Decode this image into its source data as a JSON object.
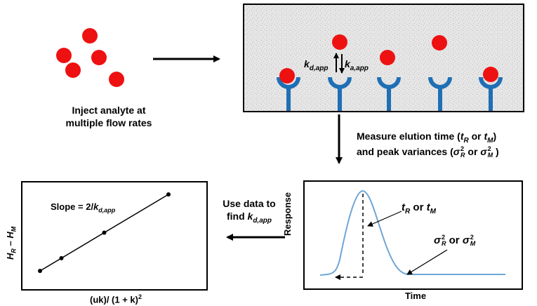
{
  "step_inject": {
    "line1": "Inject analyte at",
    "line2": "multiple flow rates"
  },
  "column_panel": {
    "rate_label_dissociation": "k",
    "rate_label_dissociation_sub": "d,app",
    "rate_label_association": "k",
    "rate_label_association_sub": "a,app"
  },
  "step_measure": {
    "line1_prefix": "Measure elution time (",
    "t": "t",
    "sub_R": "R",
    "sub_M": "M",
    "or": " or ",
    "close": ")",
    "line2_prefix": "and peak variances (",
    "sigma": "σ",
    "sup_2": "2"
  },
  "chromatogram": {
    "y_label": "Response",
    "x_label": "Time",
    "peak_label_t": "t",
    "peak_label_sub_R": "R",
    "peak_label_or": " or ",
    "peak_label_sub_M": "M",
    "variance_sigma": "σ",
    "variance_sup": "2",
    "variance_sub_R": "R",
    "variance_or": " or ",
    "variance_sub_M": "M"
  },
  "step_use": {
    "line1": "Use data to",
    "line2_prefix": "find ",
    "k": "k",
    "k_sub": "d,app"
  },
  "plot": {
    "slope_prefix": "Slope = 2/",
    "slope_k": "k",
    "slope_k_sub": "d,app",
    "y_label_H": "H",
    "y_label_sub_R": "R",
    "y_label_minus": " – ",
    "y_label_sub_M": "M",
    "x_label": "(uk)/ (1 + k)",
    "x_label_sup": "2"
  },
  "colors": {
    "analyte": "#ee1111",
    "ligand": "#1f6fb5",
    "curve": "#6fa6d6",
    "panel_fill": "#e4e4e4"
  },
  "chart_data": {
    "type": "scatter",
    "title": "",
    "xlabel": "(uk)/ (1 + k)²",
    "ylabel": "H_R – H_M",
    "x": [
      1,
      2,
      4,
      7
    ],
    "y": [
      1,
      2,
      4,
      7
    ],
    "fit": "linear",
    "annotation": "Slope = 2/k_d,app"
  }
}
